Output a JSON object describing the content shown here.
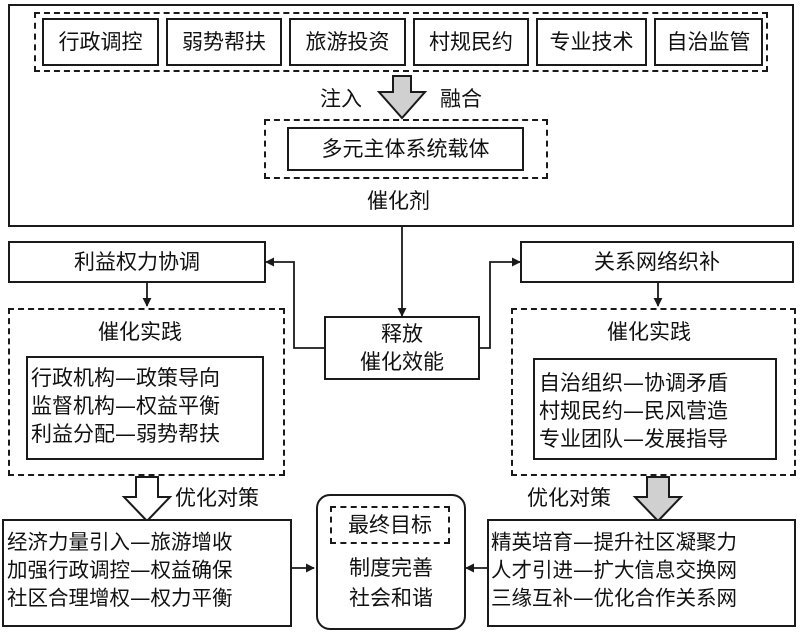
{
  "catalyst": {
    "factors": [
      "行政调控",
      "弱势帮扶",
      "旅游投资",
      "村规民约",
      "专业技术",
      "自治监管"
    ],
    "inject_label": "注入",
    "fuse_label": "融合",
    "carrier": "多元主体系统载体",
    "title": "催化剂"
  },
  "release": {
    "line1": "释放",
    "line2": "催化效能"
  },
  "left": {
    "header": "利益权力协调",
    "practice_title": "催化实践",
    "practice_items": [
      "行政机构—政策导向",
      "监督机构—权益平衡",
      "利益分配—弱势帮扶"
    ],
    "optimize_label": "优化对策",
    "strategies": [
      "经济力量引入—旅游增收",
      "加强行政调控—权益确保",
      "社区合理增权—权力平衡"
    ]
  },
  "right": {
    "header": "关系网络织补",
    "practice_title": "催化实践",
    "practice_items": [
      "自治组织—协调矛盾",
      "村规民约—民风营造",
      "专业团队—发展指导"
    ],
    "optimize_label": "优化对策",
    "strategies": [
      "精英培育—提升社区凝聚力",
      "人才引进—扩大信息交换网",
      "三缘互补—优化合作关系网"
    ]
  },
  "goal": {
    "title": "最终目标",
    "line1": "制度完善",
    "line2": "社会和谐"
  },
  "colors": {
    "stroke": "#1a1a1a",
    "block_arrow_fill": "#d0d0d0"
  }
}
